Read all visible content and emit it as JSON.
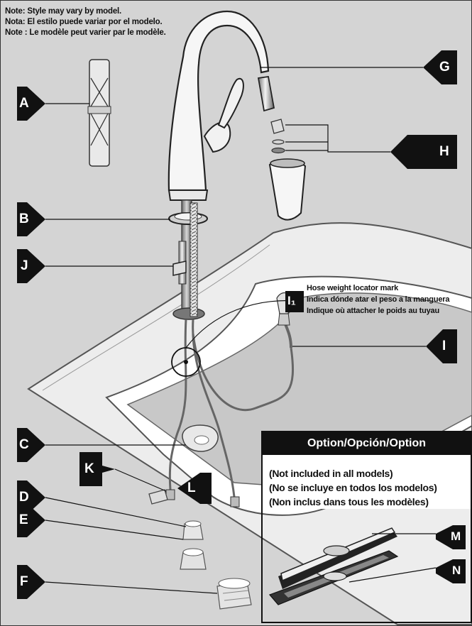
{
  "notes": [
    "Note: Style may vary by model.",
    "Nota: El estilo puede variar por el modelo.",
    "Note : Le modèle peut varier par le modèle."
  ],
  "labels": {
    "A": "A",
    "B": "B",
    "C": "C",
    "D": "D",
    "E": "E",
    "F": "F",
    "G": "G",
    "H": "H",
    "I": "I",
    "I1": "I₁",
    "J": "J",
    "K": "K",
    "L": "L",
    "M": "M",
    "N": "N"
  },
  "hose_callout": [
    "Hose weight locator mark",
    "Indica dónde atar el peso a la manguera",
    "Indique où attacher le poids au tuyau"
  ],
  "option": {
    "title": "Option/Opción/Option",
    "lines": [
      "(Not included in all models)",
      "(No se incluye en todos los modelos)",
      "(Non inclus dans tous les modèles)"
    ]
  }
}
